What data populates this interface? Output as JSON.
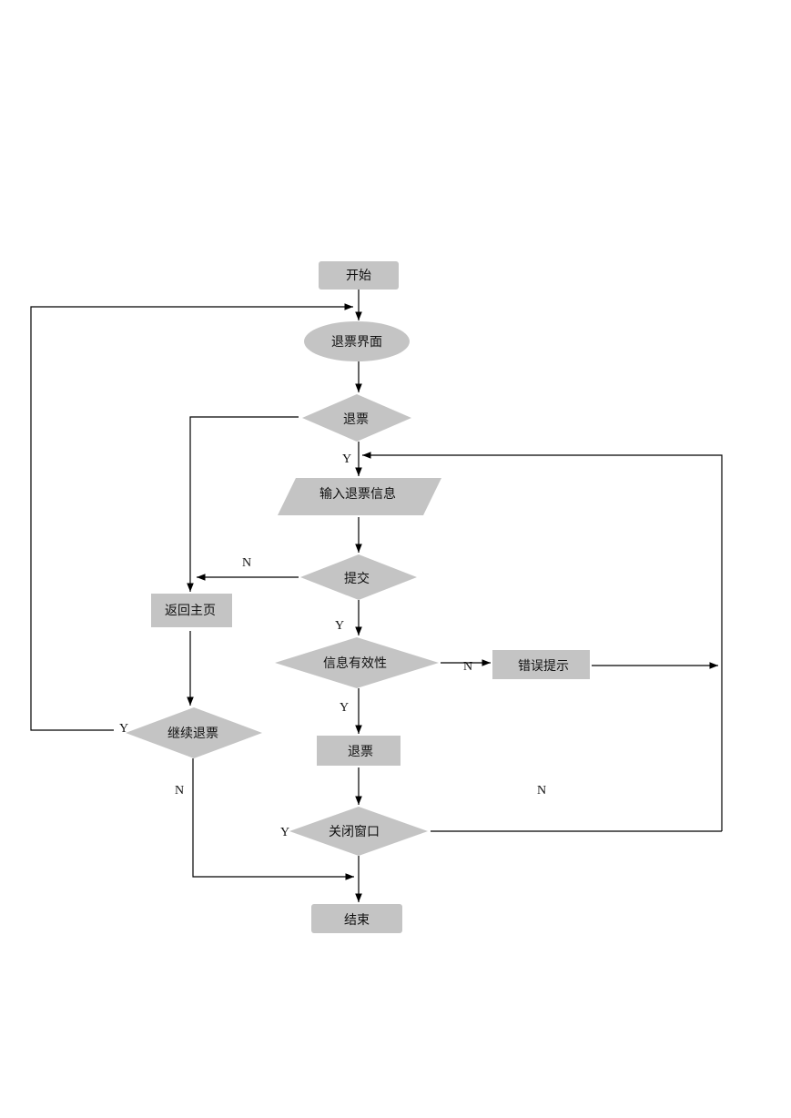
{
  "nodes": {
    "start": "开始",
    "refund_ui": "退票界面",
    "refund_choice": "退票",
    "input_info": "输入退票信息",
    "submit": "提交",
    "return_home": "返回主页",
    "validity": "信息有效性",
    "error_tip": "错误提示",
    "continue_refund": "继续退票",
    "refund_action": "退票",
    "close_window": "关闭窗口",
    "end": "结束"
  },
  "labels": {
    "y_refund": "Y",
    "n_submit": "N",
    "y_submit": "Y",
    "n_validity": "N",
    "y_validity": "Y",
    "y_continue": "Y",
    "n_continue": "N",
    "y_close": "Y",
    "n_close": "N"
  }
}
